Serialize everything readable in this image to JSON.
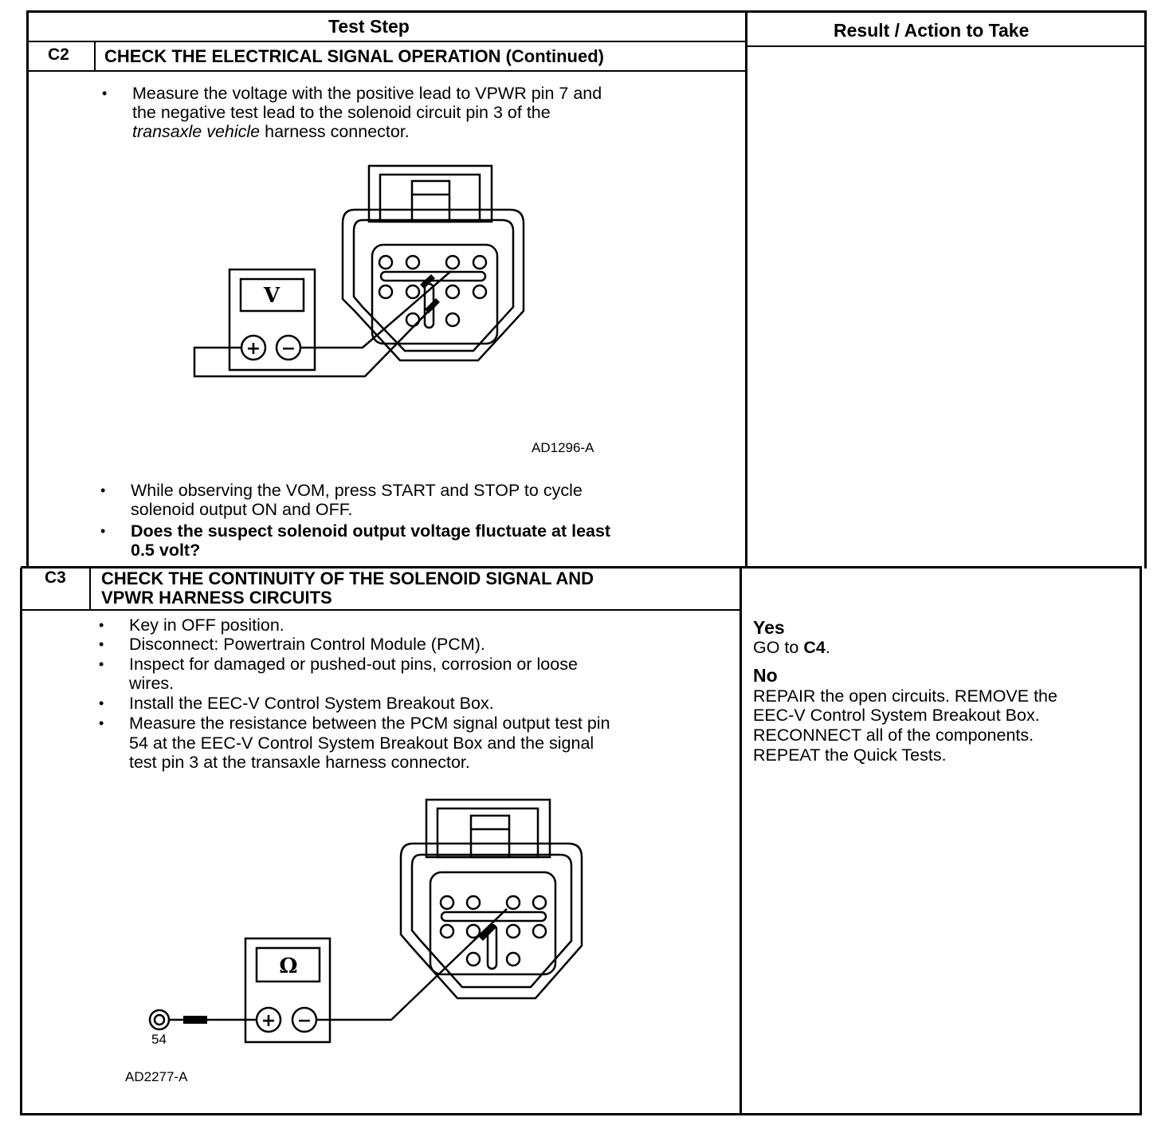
{
  "header": {
    "test_step": "Test Step",
    "result_action": "Result / Action to Take"
  },
  "steps": [
    {
      "id": "C2",
      "title": "CHECK THE ELECTRICAL SIGNAL OPERATION (Continued)",
      "bullets_before_figure": [
        {
          "lines": [
            "Measure the voltage with the positive lead to VPWR pin 7 and",
            "the negative test lead to the solenoid circuit pin 3 of the"
          ],
          "italic_line": "transaxle vehicle",
          "italic_rest": " harness connector."
        }
      ],
      "figure": {
        "meter_symbol": "V",
        "plus": "+",
        "minus": "−",
        "label": "AD1296-A"
      },
      "bullets_after_figure": [
        {
          "lines": [
            "While observing the VOM, press START and STOP to cycle",
            "solenoid output ON and OFF."
          ],
          "bold": false
        },
        {
          "lines": [
            "Does the suspect solenoid output voltage fluctuate at least",
            "0.5 volt?"
          ],
          "bold": true
        }
      ]
    },
    {
      "id": "C3",
      "title_lines": [
        "CHECK THE CONTINUITY OF THE SOLENOID SIGNAL AND",
        "VPWR HARNESS CIRCUITS"
      ],
      "bullets": [
        {
          "lines": [
            "Key in OFF position."
          ]
        },
        {
          "lines": [
            "Disconnect: Powertrain Control Module (PCM)."
          ]
        },
        {
          "lines": [
            "Inspect for damaged or pushed-out pins, corrosion or loose",
            "wires."
          ]
        },
        {
          "lines": [
            "Install the EEC-V Control System Breakout Box."
          ]
        },
        {
          "lines": [
            "Measure the resistance between the PCM signal output test pin",
            "54 at the EEC-V Control System Breakout Box and the signal",
            "test pin 3 at the transaxle harness connector."
          ]
        }
      ],
      "figure": {
        "meter_symbol": "Ω",
        "plus": "+",
        "minus": "−",
        "pin_label": "54",
        "label": "AD2277-A"
      },
      "results": [
        {
          "answer": "Yes",
          "action_prefix": "GO to ",
          "action_bold": "C4",
          "action_suffix": "."
        },
        {
          "answer": "No",
          "action_lines": [
            "REPAIR the open circuits. REMOVE the",
            "EEC-V Control System Breakout Box.",
            "RECONNECT all of the components.",
            "REPEAT the Quick Tests."
          ]
        }
      ]
    }
  ]
}
